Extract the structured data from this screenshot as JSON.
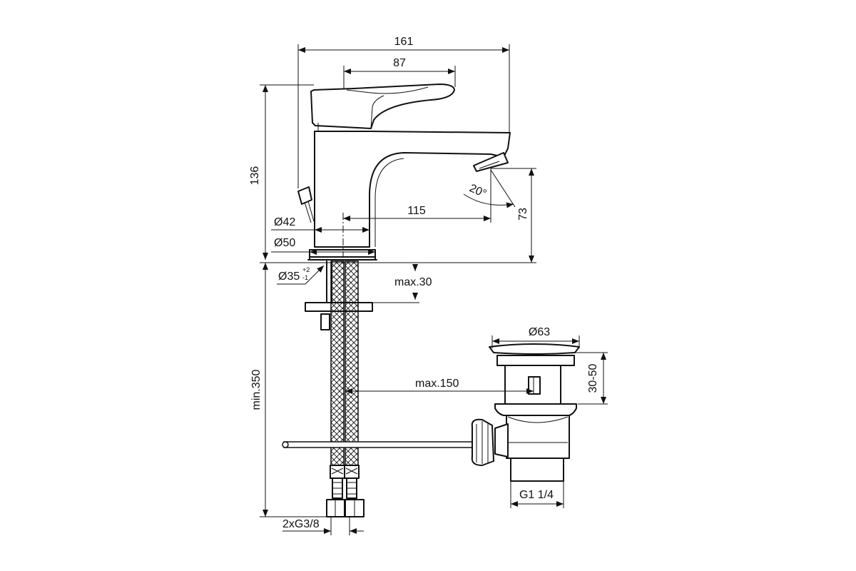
{
  "drawing": {
    "dimensions": {
      "overall_width": "161",
      "handle_width": "87",
      "height": "136",
      "spout_height": "73",
      "spout_reach": "115",
      "body_diameter": "Ø42",
      "base_diameter": "Ø50",
      "hole_diameter": "Ø35",
      "hole_tol_plus": "+2",
      "hole_tol_minus": "-1",
      "angle": "20°",
      "max_thickness": "max.30",
      "min_hose_length": "min.350",
      "max_150": "max.150",
      "waste_diameter": "Ø63",
      "waste_height": "30-50",
      "waste_thread": "G1 1/4",
      "hose_connection": "2xG3/8"
    }
  }
}
